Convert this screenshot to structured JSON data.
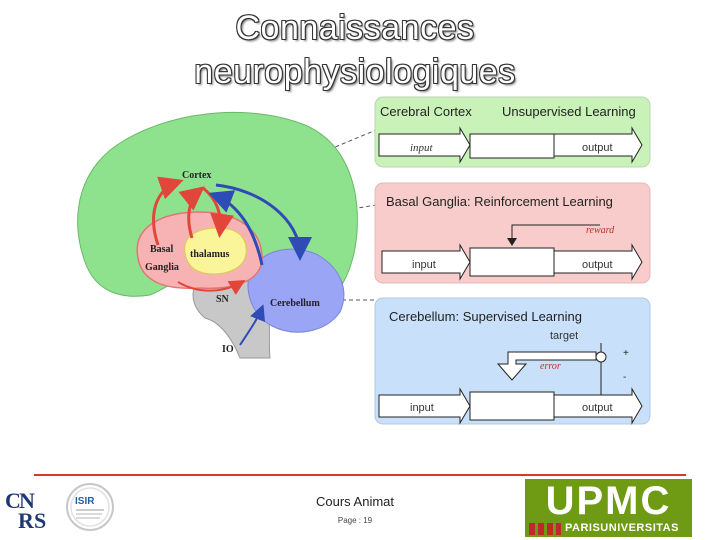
{
  "title": {
    "line1": "Connaissances",
    "line2": "neurophysiologiques"
  },
  "brain": {
    "cortex": "Cortex",
    "basal_line1": "Basal",
    "basal_line2": "Ganglia",
    "thalamus": "thalamus",
    "sn": "SN",
    "cerebellum": "Cerebellum",
    "io": "IO"
  },
  "panels": {
    "cortex": {
      "title": "Cerebral Cortex",
      "subtitle": "Unsupervised Learning",
      "input": "input",
      "output": "output"
    },
    "basal": {
      "title": "Basal Ganglia: Reinforcement Learning",
      "reward": "reward",
      "input": "input",
      "output": "output"
    },
    "cerebellum": {
      "title": "Cerebellum: Supervised Learning",
      "target": "target",
      "error": "error",
      "plus": "+",
      "minus": "-",
      "input": "input",
      "output": "output"
    }
  },
  "footer": {
    "course": "Cours Animat",
    "page": "Page : 19"
  },
  "logos": {
    "cnrs": "CNRS",
    "isir": "ISIR",
    "upmc": "UPMC",
    "upmc_sub": "PARISUNIVERSITAS"
  },
  "colors": {
    "cortex_green": "#8ee28e",
    "basal_pink": "#f7b3b3",
    "thalamus_yellow": "#fbf59a",
    "cerebellum_blue": "#9aa6f5",
    "brainstem_gray": "#c8c8c8",
    "panel_green": "#c9f2b8",
    "panel_pink": "#f9cccc",
    "panel_blue": "#c9e0fa",
    "arrow_red": "#e2463b",
    "arrow_blue": "#2e4bb6",
    "footer_red": "#d43a2a",
    "upmc_green": "#6f9a14"
  }
}
